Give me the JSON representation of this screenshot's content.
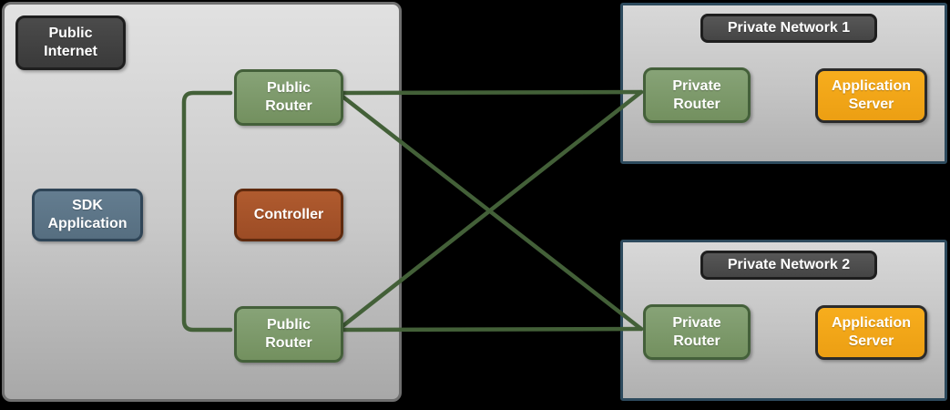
{
  "diagram": {
    "type": "network-architecture",
    "zones": {
      "public_internet": {
        "label": "Public Internet"
      },
      "private_network_1": {
        "title": "Private Network 1"
      },
      "private_network_2": {
        "title": "Private Network 2"
      }
    },
    "nodes": {
      "sdk_application": {
        "label": "SDK Application"
      },
      "controller": {
        "label": "Controller"
      },
      "public_router_top": {
        "label": "Public Router"
      },
      "public_router_bottom": {
        "label": "Public Router"
      },
      "private_router_1": {
        "label": "Private Router"
      },
      "private_router_2": {
        "label": "Private Router"
      },
      "application_server_1": {
        "label": "Application Server"
      },
      "application_server_2": {
        "label": "Application Server"
      }
    },
    "edges": [
      {
        "from": "public_router_top",
        "to": "public_router_bottom",
        "style": "left-bracket"
      },
      {
        "from": "public_router_top",
        "to": "private_router_1",
        "style": "straight"
      },
      {
        "from": "public_router_top",
        "to": "private_router_2",
        "style": "straight"
      },
      {
        "from": "public_router_bottom",
        "to": "private_router_1",
        "style": "straight"
      },
      {
        "from": "public_router_bottom",
        "to": "private_router_2",
        "style": "straight"
      }
    ],
    "colors": {
      "edge": "#436038",
      "router_fill": "#7d9a6d",
      "router_border": "#44603a",
      "sdk_fill": "#5d7689",
      "sdk_border": "#2f4557",
      "controller_fill": "#a85429",
      "controller_border": "#5f2a0e",
      "server_fill": "#f2a61a",
      "server_border": "#2b2b2b",
      "dark_box_fill": "#424242",
      "public_zone_border": "#6f6f6f",
      "private_network_border": "#2d4a5d"
    }
  }
}
